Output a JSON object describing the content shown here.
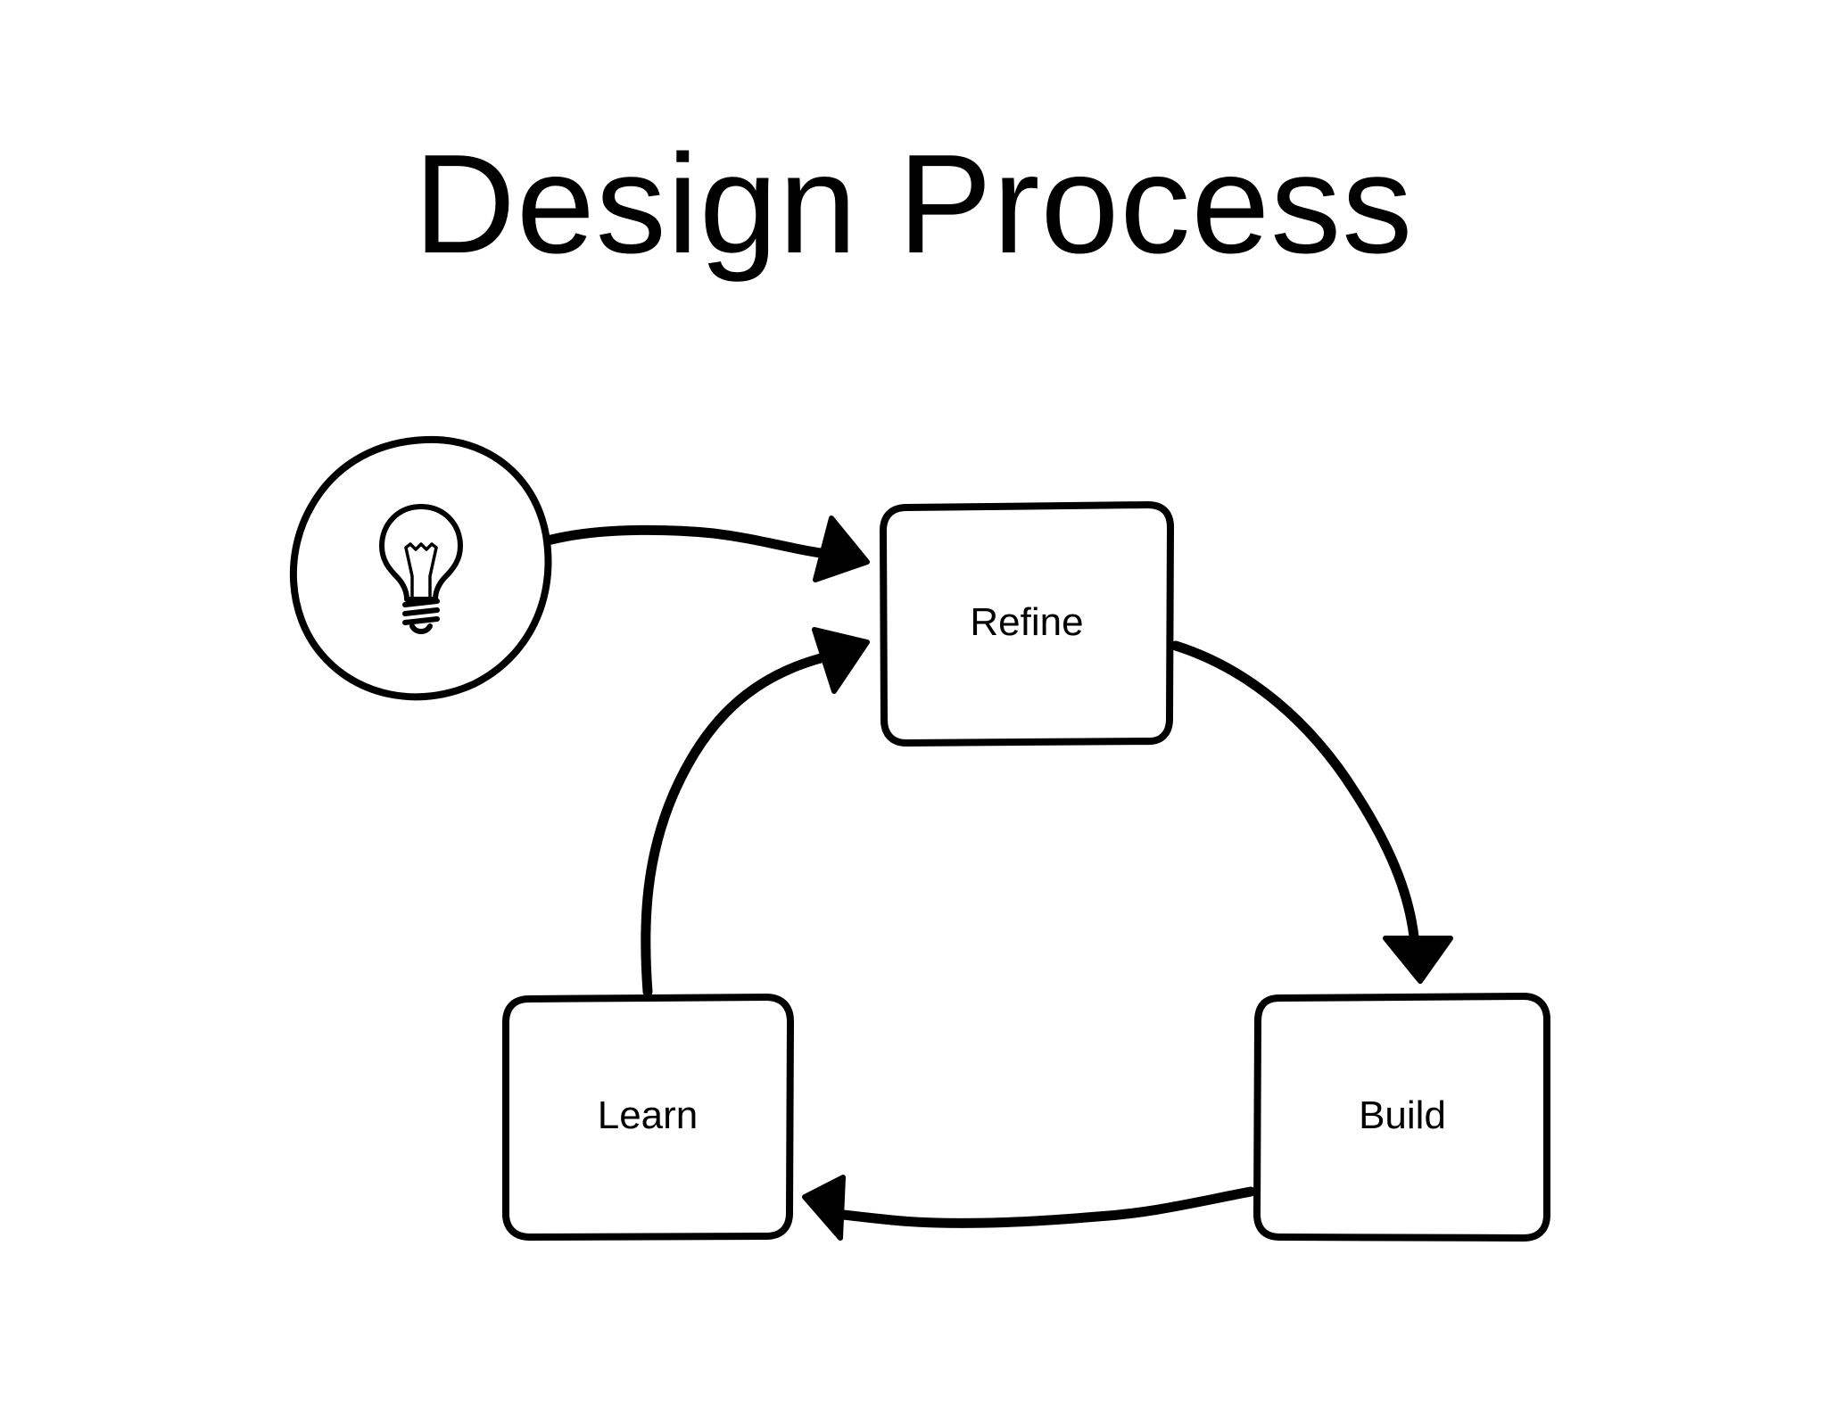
{
  "title": "Design Process",
  "nodes": {
    "idea": {
      "icon": "lightbulb-icon"
    },
    "refine": {
      "label": "Refine"
    },
    "build": {
      "label": "Build"
    },
    "learn": {
      "label": "Learn"
    }
  },
  "colors": {
    "background": "#ffffff",
    "ink": "#000000"
  }
}
